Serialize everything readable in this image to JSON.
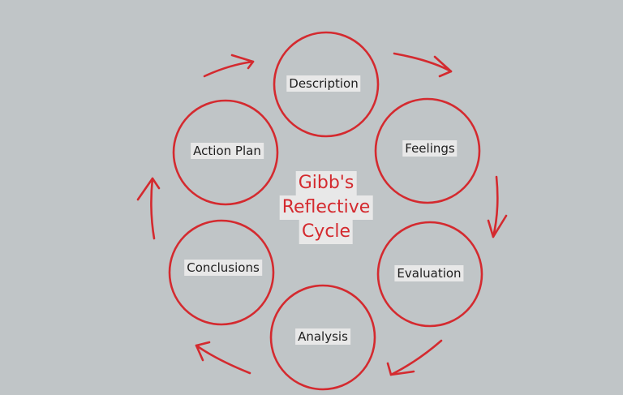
{
  "diagram": {
    "title_lines": [
      "Gibb's",
      "Reflective",
      "Cycle"
    ],
    "stages": [
      {
        "id": "description",
        "label": "Description"
      },
      {
        "id": "feelings",
        "label": "Feelings"
      },
      {
        "id": "evaluation",
        "label": "Evaluation"
      },
      {
        "id": "analysis",
        "label": "Analysis"
      },
      {
        "id": "conclusions",
        "label": "Conclusions"
      },
      {
        "id": "action-plan",
        "label": "Action Plan"
      }
    ],
    "cycle_direction": "clockwise"
  },
  "colors": {
    "background": "#c0c5c7",
    "accent": "#d42a2f",
    "text": "#1e1e1e",
    "label_highlight": "#e8e8e8"
  }
}
